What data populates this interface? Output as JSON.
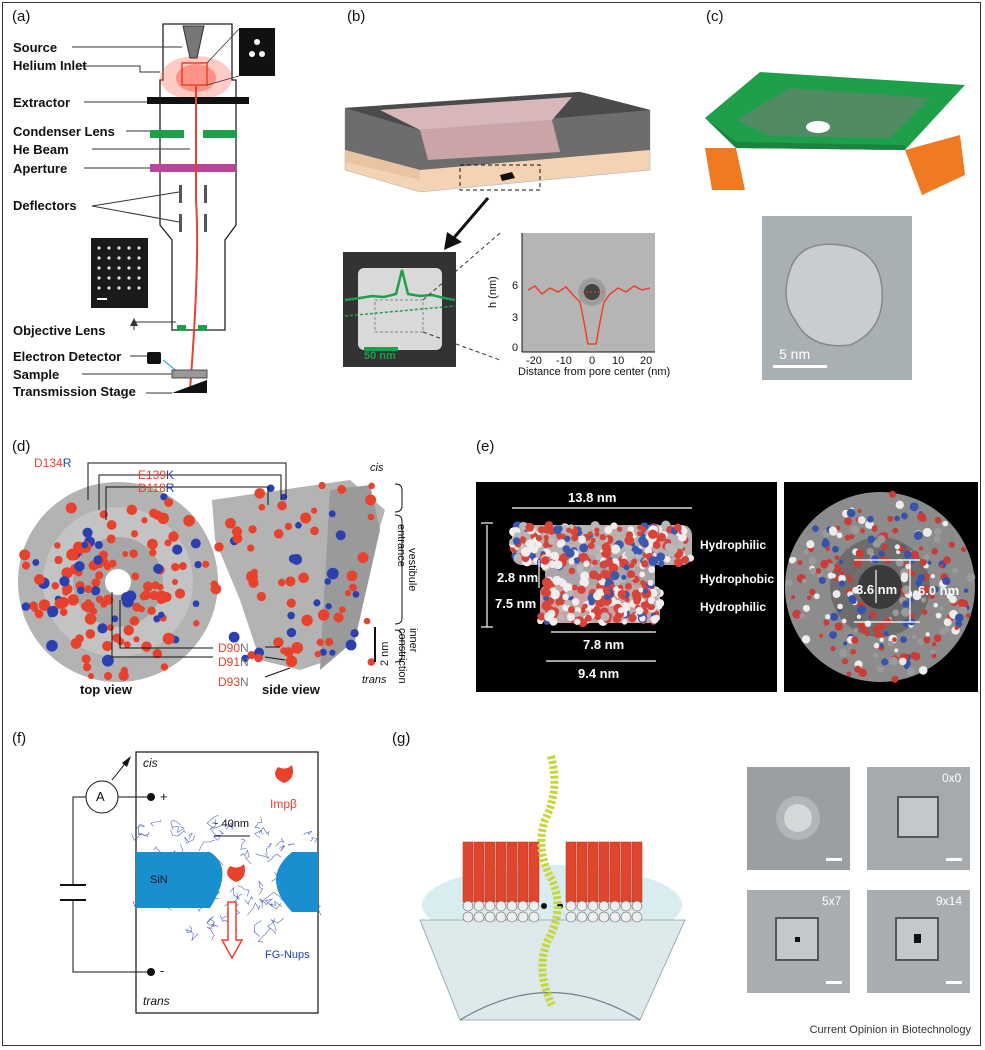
{
  "figure": {
    "footer": "Current Opinion in Biotechnology",
    "panels": {
      "a": {
        "label": "(a)",
        "source": "Source",
        "helium_inlet": "Helium Inlet",
        "extractor": "Extractor",
        "condenser": "Condenser Lens",
        "he_beam": "He Beam",
        "aperture": "Aperture",
        "deflectors": "Deflectors",
        "objective": "Objective Lens",
        "electron_detector": "Electron Detector",
        "sample": "Sample",
        "transmission_stage": "Transmission Stage"
      },
      "b": {
        "label": "(b)",
        "scale": "50 nm",
        "ylabel": "h (nm)",
        "xlabel": "Distance from pore center (nm)",
        "yticks": [
          "0",
          "3",
          "6"
        ],
        "xticks": [
          "-20",
          "-10",
          "0",
          "10",
          "20"
        ]
      },
      "c": {
        "label": "(c)",
        "scale": "5 nm"
      },
      "d": {
        "label": "(d)",
        "d134": "D134",
        "d134r": "R",
        "e139": "E139",
        "e139k": "K",
        "d118": "D118",
        "d118r": "R",
        "d90": "D90",
        "d90n": "N",
        "d91": "D91",
        "d91n": "N",
        "d93": "D93",
        "d93n": "N",
        "cis": "cis",
        "trans": "trans",
        "entrance": "entrance",
        "vestibule": "vestibule",
        "inner": "inner constriction",
        "scale": "2 nm",
        "top_view": "top view",
        "side_view": "side view"
      },
      "e": {
        "label": "(e)",
        "w138": "13.8 nm",
        "h28": "2.8 nm",
        "h75": "7.5 nm",
        "w78": "7.8 nm",
        "w94": "9.4 nm",
        "hydrophilic1": "Hydrophilic",
        "hydrophobic": "Hydrophobic",
        "hydrophilic2": "Hydrophilic",
        "d36": "3.6 nm",
        "d60": "6.0 nm"
      },
      "f": {
        "label": "(f)",
        "cis": "cis",
        "trans": "trans",
        "ammeter": "A",
        "plus": "+",
        "minus": "-",
        "gap": "~ 40nm",
        "impb": "Impβ",
        "sin": "SiN",
        "fgnups": "FG-Nups"
      },
      "g": {
        "label": "(g)",
        "t0x0": "0x0",
        "t5x7": "5x7",
        "t9x14": "9x14"
      }
    },
    "colors": {
      "red": "#e8412c",
      "blue": "#1a8fd0",
      "green": "#1ea04a",
      "magenta": "#b8459a",
      "orange": "#f07a22",
      "gray": "#8a8a8a"
    }
  }
}
